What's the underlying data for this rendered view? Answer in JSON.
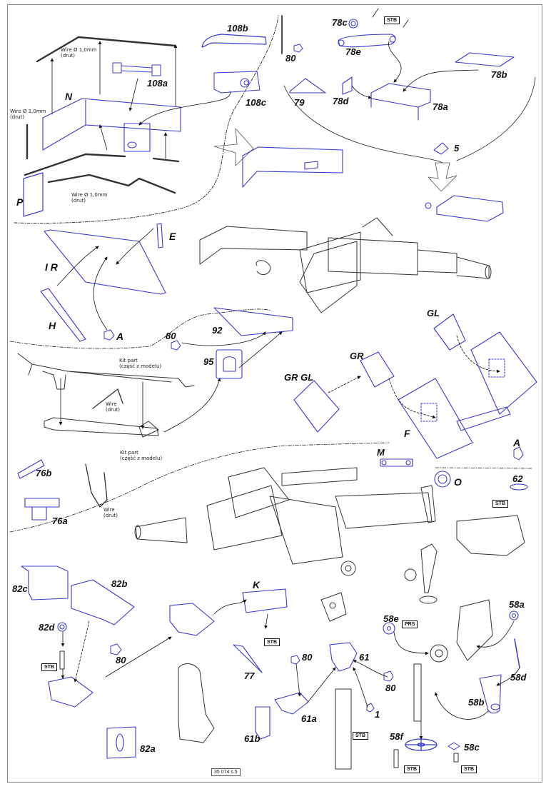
{
  "sheet": {
    "page_code": "35 074 s.5"
  },
  "wire_notes": {
    "wire_top": {
      "line1": "Wire Ø 1,0mm",
      "line2": "(drut)"
    },
    "wire_left": {
      "line1": "Wire Ø 1,0mm",
      "line2": "(drut)"
    },
    "wire_bottom": {
      "line1": "Wire Ø 1,0mm",
      "line2": "(drut)"
    },
    "wire_mg_a": {
      "line1": "Wire",
      "line2": "(drut)"
    },
    "wire_mg_b": {
      "line1": "Wire",
      "line2": "(drut)"
    },
    "kit_part_a": {
      "line1": "Kit part",
      "line2": "(część z modelu)"
    },
    "kit_part_b": {
      "line1": "Kit part",
      "line2": "(część z modelu)"
    }
  },
  "part_labels": {
    "p108b": "108b",
    "p108a": "108a",
    "p108c": "108c",
    "N": "N",
    "P": "P",
    "p78c": "78c",
    "p78e": "78e",
    "p80_top": "80",
    "p79": "79",
    "p78d": "78d",
    "p78a": "78a",
    "p78b": "78b",
    "p5": "5",
    "E": "E",
    "IR": "I R",
    "H": "H",
    "A_left": "A",
    "p80_mid": "80",
    "p92": "92",
    "p95": "95",
    "GL_top": "GL",
    "GR": "GR",
    "GRGL": "GR GL",
    "F": "F",
    "A_right": "A",
    "p76b": "76b",
    "p76a": "76a",
    "M": "M",
    "O": "O",
    "p62": "62",
    "p82c": "82c",
    "p82b": "82b",
    "p82d": "82d",
    "p80_low": "80",
    "p82a": "82a",
    "K": "K",
    "p77": "77",
    "p80_r": "80",
    "p61": "61",
    "p80_r2": "80",
    "p61a": "61a",
    "p61b": "61b",
    "p1": "1",
    "p58e": "58e",
    "p58a": "58a",
    "p58d": "58d",
    "p58b": "58b",
    "p58f": "58f",
    "p58c": "58c"
  },
  "material_tags": {
    "stb_78": "STB",
    "stb_62": "STB",
    "stb_82": "STB",
    "stb_K": "STB",
    "prs_58e": "PRS",
    "stb_post": "STB",
    "stb_58f": "STB",
    "stb_58c": "STB"
  },
  "colors": {
    "photoetch": "#3a3ad0",
    "kit_line": "#333333",
    "border": "#8a8a8a"
  }
}
